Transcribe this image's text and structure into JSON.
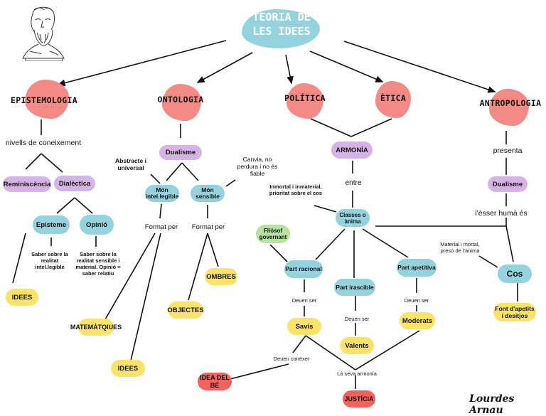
{
  "title": "TEORIA DE LES IDEES",
  "branches": {
    "epistemologia": "EPISTEMOLOGIA",
    "ontologia": "ONTOLOGIA",
    "politica": "POLÍTICA",
    "etica": "ÈTICA",
    "antropologia": "ANTROPOLOGIA"
  },
  "epistemologia": {
    "nivells": "nivells de coneixement",
    "reminiscencia": "Reminiscència",
    "dialectica": "Dialèctica",
    "episteme": "Episteme",
    "opinio": "Opinió",
    "episteme_desc": "Saber sobre la realitat intel.legible",
    "opinio_desc": "Saber sobre la realitat sensible i material. Opinió = saber relatiu",
    "idees": "IDEES"
  },
  "ontologia": {
    "dualisme": "Dualisme",
    "abstracte": "Abstracte i universal",
    "canvia": "Canvia, no perdura i no és fiable",
    "mon_intel": "Món intel.legible",
    "mon_sensible": "Món sensible",
    "format_per_1": "Format per",
    "format_per_2": "Format per",
    "matematiques": "MATEMÀTQIUES",
    "idees": "IDEES",
    "objectes": "OBJECTES",
    "ombres": "OMBRES"
  },
  "politica_etica": {
    "armonia": "ARMONÍA",
    "entre": "entre",
    "inmortal": "Inmortal i inmaterial, prioritat sobre el cos",
    "classes": "Classes o ànima",
    "filosof": "Fliósof governant",
    "part_racional": "Part racional",
    "part_irascible": "Part irascible",
    "part_apetitiva": "Part apetitiva",
    "deuen_ser_1": "Deuen ser",
    "deuen_ser_2": "Deuen ser",
    "deuen_ser_3": "Deuen ser",
    "savis": "Savis",
    "valents": "Valents",
    "moderats": "Moderats",
    "deuen_coneixer": "Deuen conéxer",
    "armonia_label": "La seva armonía",
    "idea_be": "IDEA DEL BÉ",
    "justicia": "JUSTÍCIA"
  },
  "antropologia": {
    "presenta": "presenta",
    "dualisme": "Dualisme",
    "esser_huma": "l'èsser humà és",
    "material": "Material i mortal, presó de l'ànima",
    "cos": "Cos",
    "font": "Font d'apetits i desitjos"
  },
  "signature": "Lourdes Arnau",
  "colors": {
    "teal": "#94d3dd",
    "purple": "#d6b3e6",
    "yellow": "#fbe26b",
    "green": "#b5e3a2",
    "red_blob": "#f38a86",
    "red_pill": "#f2635c"
  }
}
